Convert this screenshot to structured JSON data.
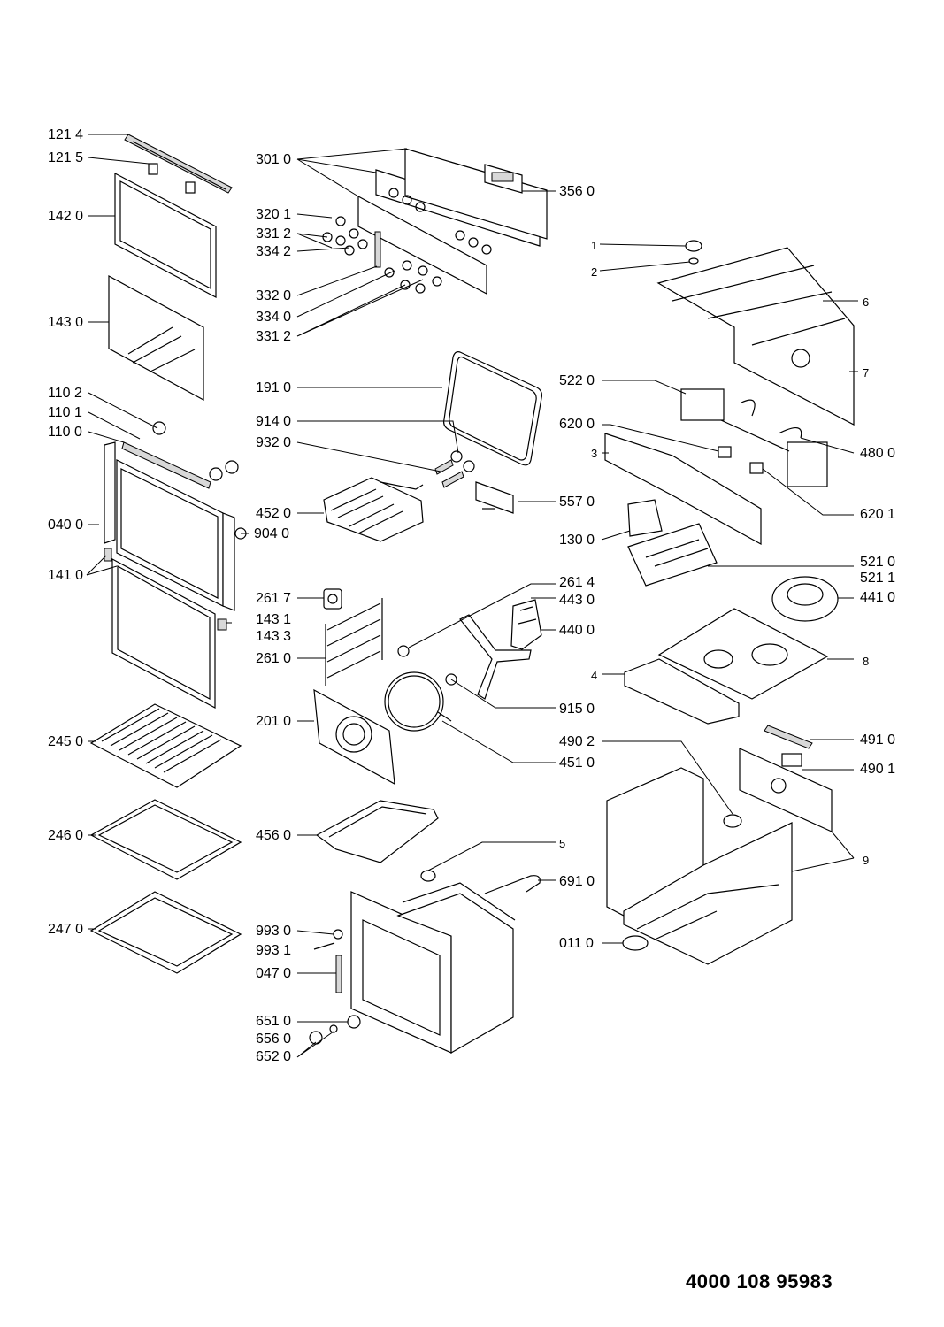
{
  "document_number": "4000 108 95983",
  "labels": {
    "l1214": "121 4",
    "l1215": "121 5",
    "l1420": "142 0",
    "l1430": "143 0",
    "l1102": "110 2",
    "l1101": "110 1",
    "l1100": "110 0",
    "l0400": "040 0",
    "l1410": "141 0",
    "l2450": "245 0",
    "l2460": "246 0",
    "l2470": "247 0",
    "l3010": "301 0",
    "l3560": "356 0",
    "l3201": "320 1",
    "l3312a": "331 2",
    "l3342": "334 2",
    "l3320": "332 0",
    "l3340": "334 0",
    "l3312b": "331 2",
    "l1910": "191 0",
    "l9140": "914 0",
    "l9320": "932 0",
    "l4520": "452 0",
    "l9040": "904 0",
    "l5570": "557 0",
    "l2617": "261 7",
    "l2614": "261 4",
    "l4430": "443 0",
    "l4400": "440 0",
    "l1431": "143 1",
    "l1433": "143 3",
    "l2610": "261 0",
    "l9150": "915 0",
    "l2010": "201 0",
    "l4510": "451 0",
    "l4560": "456 0",
    "l5": "5",
    "l6910": "691 0",
    "l9930": "993 0",
    "l9931": "993 1",
    "l0470": "047 0",
    "l6510": "651 0",
    "l6560": "656 0",
    "l6520": "652 0",
    "l1": "1",
    "l2": "2",
    "l6": "6",
    "l7": "7",
    "l5220": "522 0",
    "l6200": "620 0",
    "l3": "3",
    "l4800": "480 0",
    "l6201": "620 1",
    "l1300": "130 0",
    "l5210": "521 0",
    "l5211": "521 1",
    "l4410": "441 0",
    "l8": "8",
    "l4": "4",
    "l4910": "491 0",
    "l4902": "490 2",
    "l4901": "490 1",
    "l9": "9",
    "l0110": "011 0"
  }
}
